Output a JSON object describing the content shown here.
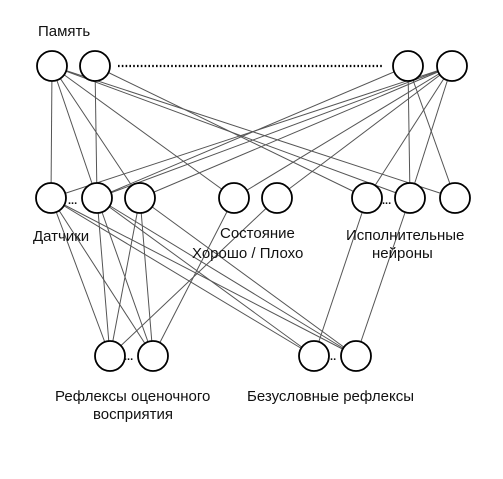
{
  "labels": {
    "memory": "Память",
    "sensors": "Датчики",
    "state_line1": "Состояние",
    "state_line2": "Хорошо / Плохо",
    "executors_line1": "Исполнительные",
    "executors_line2": "нейроны",
    "eval_reflexes_line1": "Рефлексы оценочного",
    "eval_reflexes_line2": "восприятия",
    "unconditioned": "Безусловные рефлексы"
  },
  "ellipsis": "...",
  "colors": {
    "node_stroke": "#000000",
    "edge": "#555555",
    "dotted": "#000000"
  }
}
